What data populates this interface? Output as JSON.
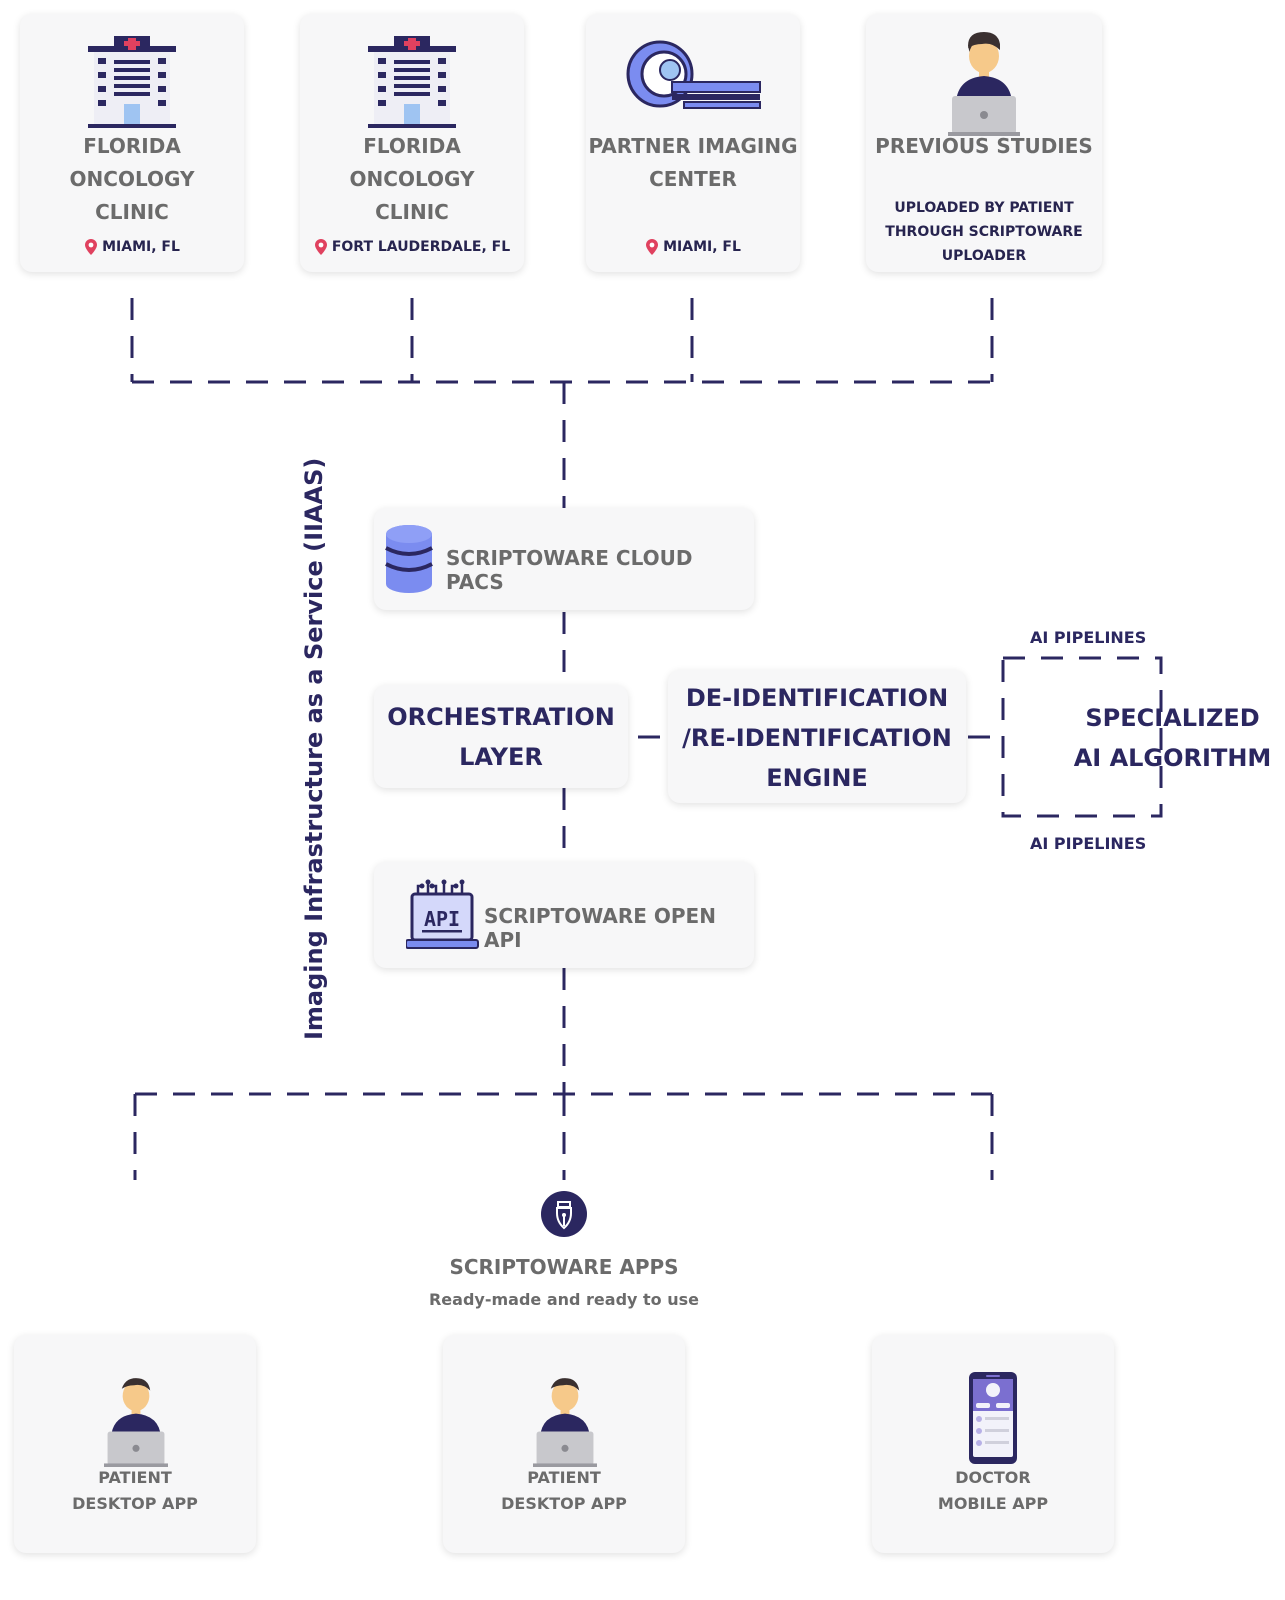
{
  "sources": [
    {
      "title": "FLORIDA\nONCOLOGY\nCLINIC",
      "location": "MIAMI, FL",
      "icon": "hospital-icon"
    },
    {
      "title": "FLORIDA\nONCOLOGY\nCLINIC",
      "location": "FORT LAUDERDALE, FL",
      "icon": "hospital-icon"
    },
    {
      "title": "PARTNER IMAGING\nCENTER",
      "location": "MIAMI, FL",
      "icon": "mri-scanner-icon"
    },
    {
      "title": "PREVIOUS STUDIES",
      "note": "UPLOADED BY PATIENT\nTHROUGH SCRIPTOWARE\nUPLOADER",
      "icon": "person-laptop-icon"
    }
  ],
  "vertical_label": "Imaging Infrastructure as a Service (IIAAS)",
  "cloud_pacs": {
    "label": "SCRIPTOWARE CLOUD PACS",
    "icon": "database-icon"
  },
  "orchestration": {
    "label": "ORCHESTRATION\nLAYER"
  },
  "deid": {
    "label": "DE-IDENTIFICATION\n/RE-IDENTIFICATION\nENGINE"
  },
  "ai": {
    "label": "SPECIALIZED\nAI ALGORITHM",
    "pipelines_top": "AI PIPELINES",
    "pipelines_bottom": "AI PIPELINES"
  },
  "open_api": {
    "label": "SCRIPTOWARE OPEN API",
    "icon": "api-laptop-icon",
    "icon_text": "API"
  },
  "apps": {
    "title": "SCRIPTOWARE APPS",
    "subtitle": "Ready-made and ready to use",
    "icon": "pen-nib-icon"
  },
  "app_cards": [
    {
      "label": "PATIENT\nDESKTOP APP",
      "icon": "person-laptop-icon"
    },
    {
      "label": "PATIENT\nDESKTOP APP",
      "icon": "person-laptop-icon"
    },
    {
      "label": "DOCTOR\nMOBILE APP",
      "icon": "mobile-phone-icon"
    }
  ],
  "colors": {
    "navy": "#2b2760",
    "gray_text": "#6b6b6b",
    "card_bg": "#f7f7f8",
    "accent_blue": "#7b8cf0",
    "pin_red": "#e0415f"
  }
}
